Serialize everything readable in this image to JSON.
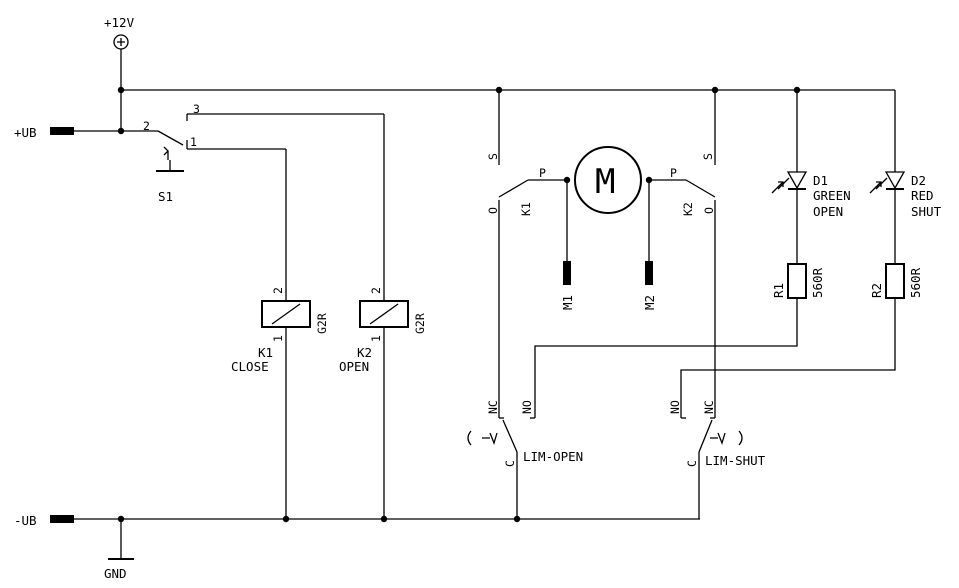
{
  "power": {
    "supply_label": "+12V",
    "positive_rail_label": "+UB",
    "negative_rail_label": "-UB",
    "ground_label": "GND"
  },
  "switch_s1": {
    "name": "S1",
    "pin_common": "2",
    "pin_1": "1",
    "pin_3": "3"
  },
  "relay_k1": {
    "name": "K1",
    "function": "CLOSE",
    "type": "G2R",
    "pin_top": "2",
    "pin_bottom": "1",
    "contact_name": "K1",
    "contact_o": "O",
    "contact_s": "S",
    "contact_p": "P"
  },
  "relay_k2": {
    "name": "K2",
    "function": "OPEN",
    "type": "G2R",
    "pin_top": "2",
    "pin_bottom": "1",
    "contact_name": "K2",
    "contact_o": "O",
    "contact_s": "S",
    "contact_p": "P"
  },
  "motor": {
    "symbol": "M",
    "terminal_1": "M1",
    "terminal_2": "M2"
  },
  "led_d1": {
    "name": "D1",
    "line1": "GREEN",
    "line2": "OPEN"
  },
  "led_d2": {
    "name": "D2",
    "line1": "RED",
    "line2": "SHUT"
  },
  "resistor_r1": {
    "name": "R1",
    "value": "560R"
  },
  "resistor_r2": {
    "name": "R2",
    "value": "560R"
  },
  "limit_open": {
    "name": "LIM-OPEN",
    "pin_nc": "NC",
    "pin_no": "NO",
    "pin_c": "C"
  },
  "limit_shut": {
    "name": "LIM-SHUT",
    "pin_nc": "NC",
    "pin_no": "NO",
    "pin_c": "C"
  }
}
